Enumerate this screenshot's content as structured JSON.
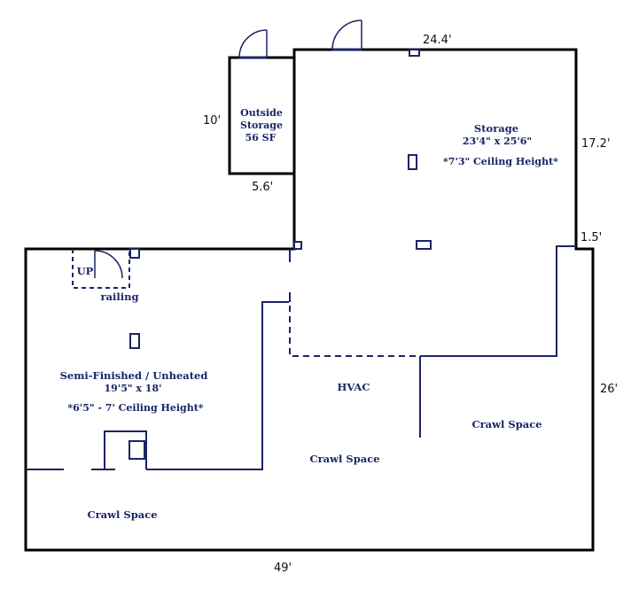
{
  "dimensions": {
    "top_width": "24.4'",
    "right_upper": "17.2'",
    "right_step": "1.5'",
    "right_lower": "26'",
    "bottom": "49'",
    "outside_height": "10'",
    "outside_width": "5.6'"
  },
  "rooms": {
    "outside_storage": {
      "line1": "Outside",
      "line2": "Storage",
      "line3": "56 SF"
    },
    "storage": {
      "name": "Storage",
      "size": "23'4\" x 25'6\"",
      "ceiling": "*7'3\" Ceiling Height*"
    },
    "semi_finished": {
      "name": "Semi-Finished / Unheated",
      "size": "19'5\" x 18'",
      "ceiling": "*6'5\" - 7' Ceiling Height*"
    },
    "hvac": "HVAC",
    "crawl_center": "Crawl Space",
    "crawl_right": "Crawl Space",
    "crawl_left": "Crawl Space"
  },
  "stairs": {
    "up_label": "UP",
    "railing_label": "railing"
  },
  "colors": {
    "outer_wall": "#000000",
    "interior_wall": "#1a2466",
    "background": "#ffffff"
  }
}
